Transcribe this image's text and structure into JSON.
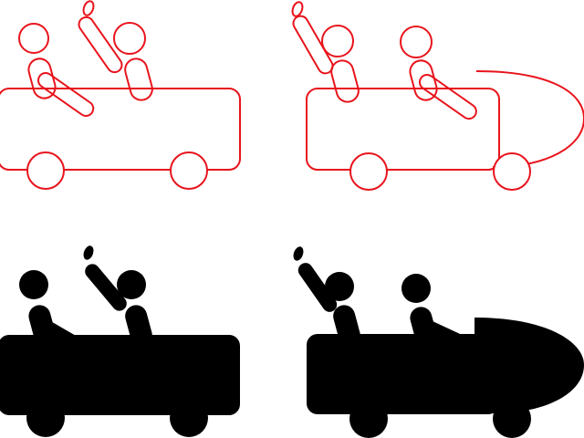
{
  "colors": {
    "outline": "#e8141c",
    "fill": "#000000",
    "background": "#ffffff"
  },
  "icons": [
    {
      "name": "convertible-car-outline-icon",
      "style": "outline"
    },
    {
      "name": "race-car-outline-icon",
      "style": "outline"
    },
    {
      "name": "convertible-car-filled-icon",
      "style": "filled"
    },
    {
      "name": "race-car-filled-icon",
      "style": "filled"
    }
  ]
}
